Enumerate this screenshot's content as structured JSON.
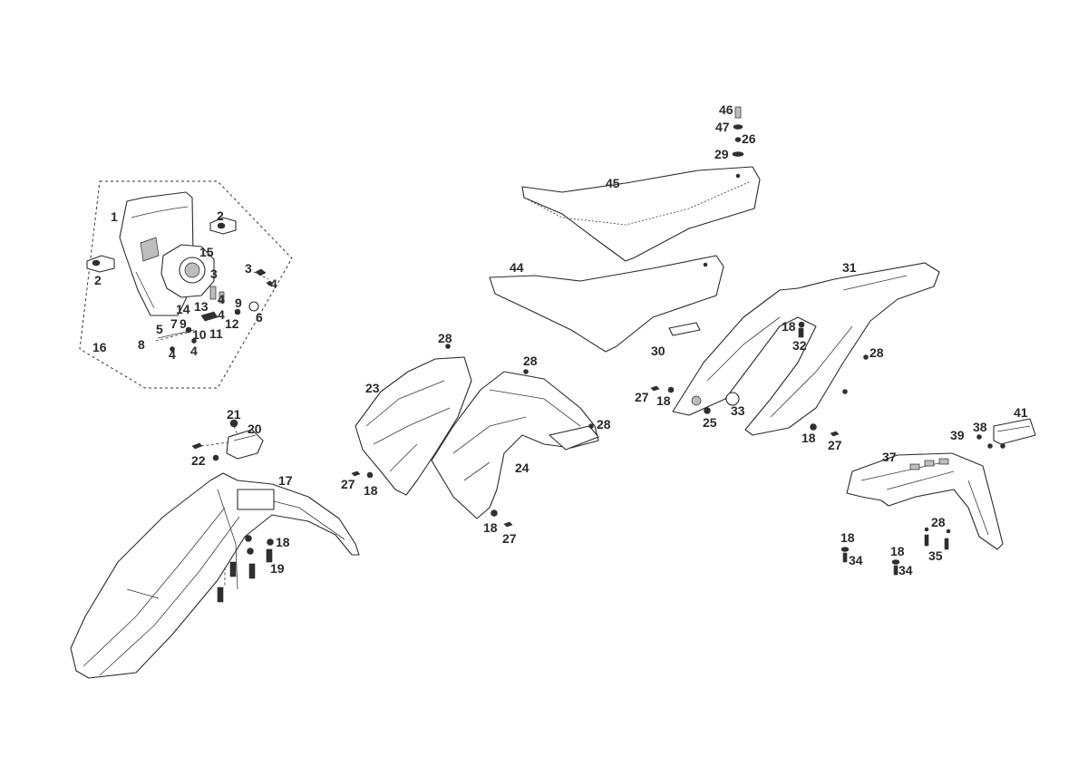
{
  "callouts": {
    "c1": "1",
    "c2a": "2",
    "c2b": "2",
    "c3a": "3",
    "c3b": "3",
    "c4a": "4",
    "c4b": "4",
    "c4c": "4",
    "c4d": "4",
    "c5": "5",
    "c6": "6",
    "c7": "7",
    "c8": "8",
    "c9a": "9",
    "c9b": "9",
    "c10": "10",
    "c11": "11",
    "c12": "12",
    "c13": "13",
    "c14": "14",
    "c15": "15",
    "c16": "16",
    "c17": "17",
    "c18a": "18",
    "c18b": "18",
    "c18c": "18",
    "c18d": "18",
    "c18e": "18",
    "c18f": "18",
    "c18g": "18",
    "c18h": "18",
    "c19": "19",
    "c20": "20",
    "c21": "21",
    "c22": "22",
    "c23": "23",
    "c24": "24",
    "c25": "25",
    "c26": "26",
    "c27a": "27",
    "c27b": "27",
    "c27c": "27",
    "c27d": "27",
    "c28a": "28",
    "c28b": "28",
    "c28c": "28",
    "c28d": "28",
    "c28e": "28",
    "c29": "29",
    "c30": "30",
    "c31": "31",
    "c32": "32",
    "c33": "33",
    "c34a": "34",
    "c34b": "34",
    "c35": "35",
    "c37": "37",
    "c38": "38",
    "c39": "39",
    "c41": "41",
    "c44": "44",
    "c45": "45",
    "c46": "46",
    "c47": "47"
  }
}
